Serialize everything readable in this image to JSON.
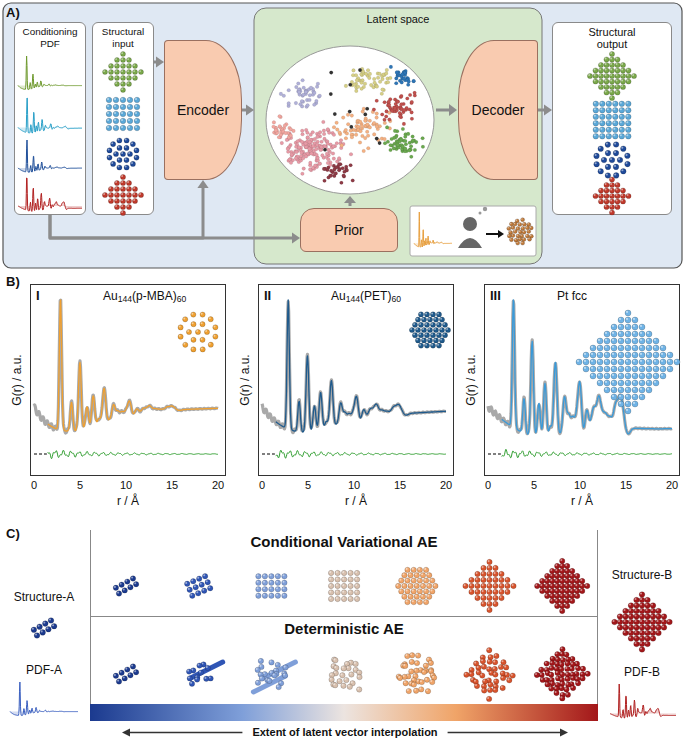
{
  "diagram": {
    "nodes": [
      {
        "text": [
          "Conditioning PDF"
        ]
      },
      {
        "text": [
          "Structural input"
        ]
      },
      {
        "text": [
          "Encoder"
        ]
      },
      {
        "text": [
          "Latent space"
        ]
      },
      {
        "text": [
          "Decoder"
        ],
        "in": 3
      },
      {
        "text": [
          "Prior"
        ],
        "in": 3
      },
      {
        "text": [
          "Structural output"
        ]
      },
      {
        "text": [
          "I",
          "Au144(p-MBA)60"
        ]
      },
      {
        "text": [
          "II",
          "Au144(PET)60"
        ]
      },
      {
        "text": [
          "III",
          "Pt fcc"
        ]
      },
      {
        "text": [
          "Conditional Variational AE"
        ]
      },
      {
        "text": [
          "Deterministic AE"
        ]
      }
    ],
    "edges": [
      {
        "from": 1,
        "to": 2,
        "arrow": "to"
      },
      {
        "from": 0,
        "to": 2,
        "arrow": "to"
      },
      {
        "from": 0,
        "to": 5,
        "arrow": "to"
      },
      {
        "from": 2,
        "to": 3,
        "arrow": "to"
      },
      {
        "from": 4,
        "to": 6,
        "arrow": "to"
      }
    ],
    "labels": [
      "A)",
      "B)",
      "G(r) / a.u.",
      "0",
      "5",
      "10",
      "15",
      "20",
      "r / Å",
      "G(r) / a.u.",
      "0",
      "5",
      "10",
      "15",
      "20",
      "r / Å",
      "G(r) / a.u.",
      "0",
      "5",
      "10",
      "15",
      "20",
      "r / Å",
      "C)",
      "Structure-A",
      "PDF-A",
      "Structure-B",
      "PDF-B",
      "Extent of latent vector interpolation"
    ]
  }
}
